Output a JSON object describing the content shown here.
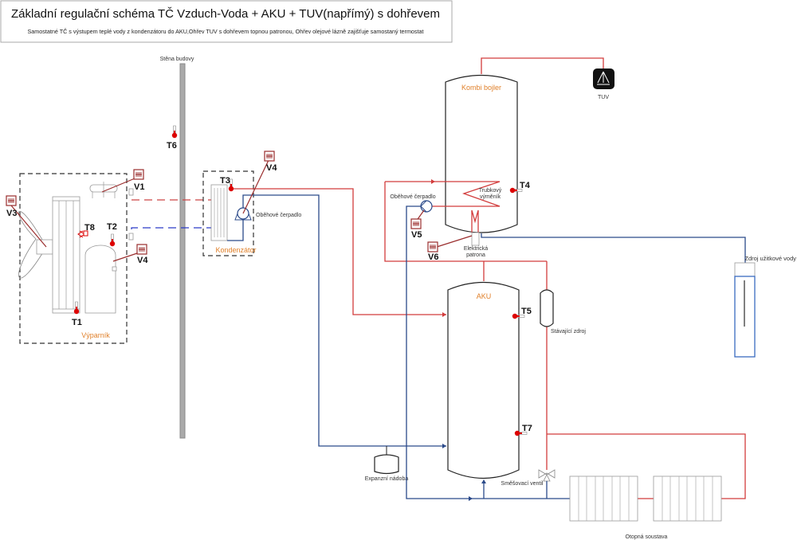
{
  "header": {
    "title": "Základní regulační schéma TČ Vzduch-Voda +  AKU + TUV(napřímý) s dohřevem",
    "subtitle": "Samostatné TČ s výstupem teplé vody z kondenzátoru do AKU,Ohřev TUV s dohřevem topnou patronou, Ohřev olejové lázně zajišťuje samostaný termostat"
  },
  "labels": {
    "wall": "Stěna budovy",
    "evaporator": "Výparník",
    "condenser": "Kondenzátor",
    "pump_condenser": "Oběhové čerpadlo",
    "pump_boiler": "Oběhové čerpadlo",
    "boiler": "Kombi bojler",
    "tuv": "TUV",
    "exchanger_1": "Trubkový",
    "exchanger_2": "výměník",
    "heater_1": "Elektrická",
    "heater_2": "patrona",
    "water_source": "Zdroj užitkové vody",
    "aku": "AKU",
    "existing_source": "Stávající zdroj",
    "expansion": "Expanzní nádoba",
    "mixing_valve": "Směšovací ventil",
    "heating_system": "Otopná soustava"
  },
  "sensors": {
    "T1": "T1",
    "T2": "T2",
    "T3": "T3",
    "T4": "T4",
    "T5": "T5",
    "T6": "T6",
    "T7": "T7",
    "T8": "T8"
  },
  "controls": {
    "V1": "V1",
    "V3": "V3",
    "V4a": "V4",
    "V4b": "V4",
    "V5": "V5",
    "V6": "V6"
  },
  "colors": {
    "hot_pipe": "#d23c3c",
    "cold_pipe": "#2b4a8a",
    "label_accent": "#e0802a",
    "control": "#9a2d2d"
  }
}
